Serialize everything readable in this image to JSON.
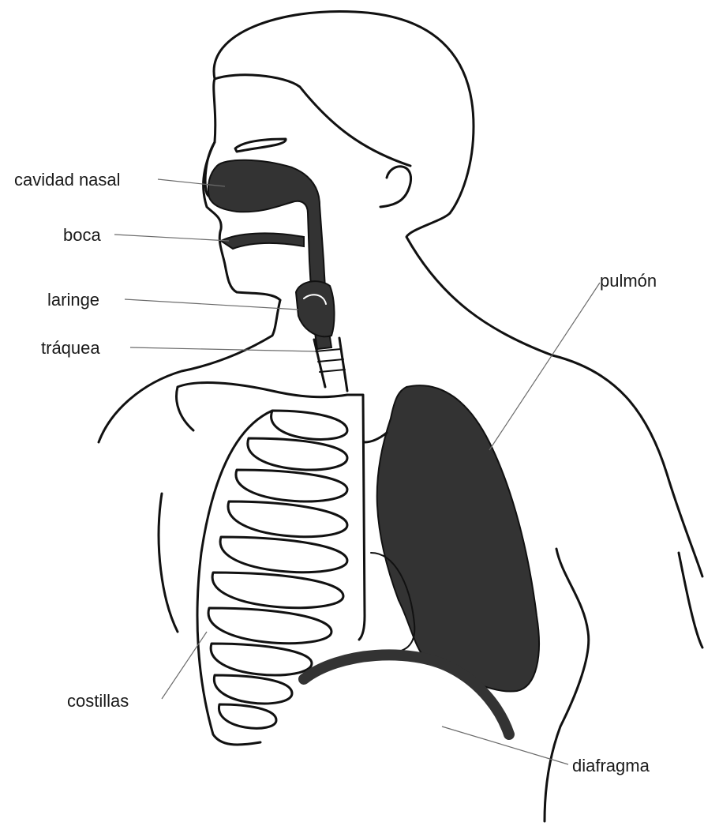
{
  "labels": {
    "nasal_cavity": "cavidad nasal",
    "mouth": "boca",
    "larynx": "laringe",
    "trachea": "tráquea",
    "lung": "pulmón",
    "ribs": "costillas",
    "diaphragm": "diafragma"
  },
  "colors": {
    "line": "#111111",
    "fill_dark": "#333333",
    "background": "#ffffff"
  }
}
